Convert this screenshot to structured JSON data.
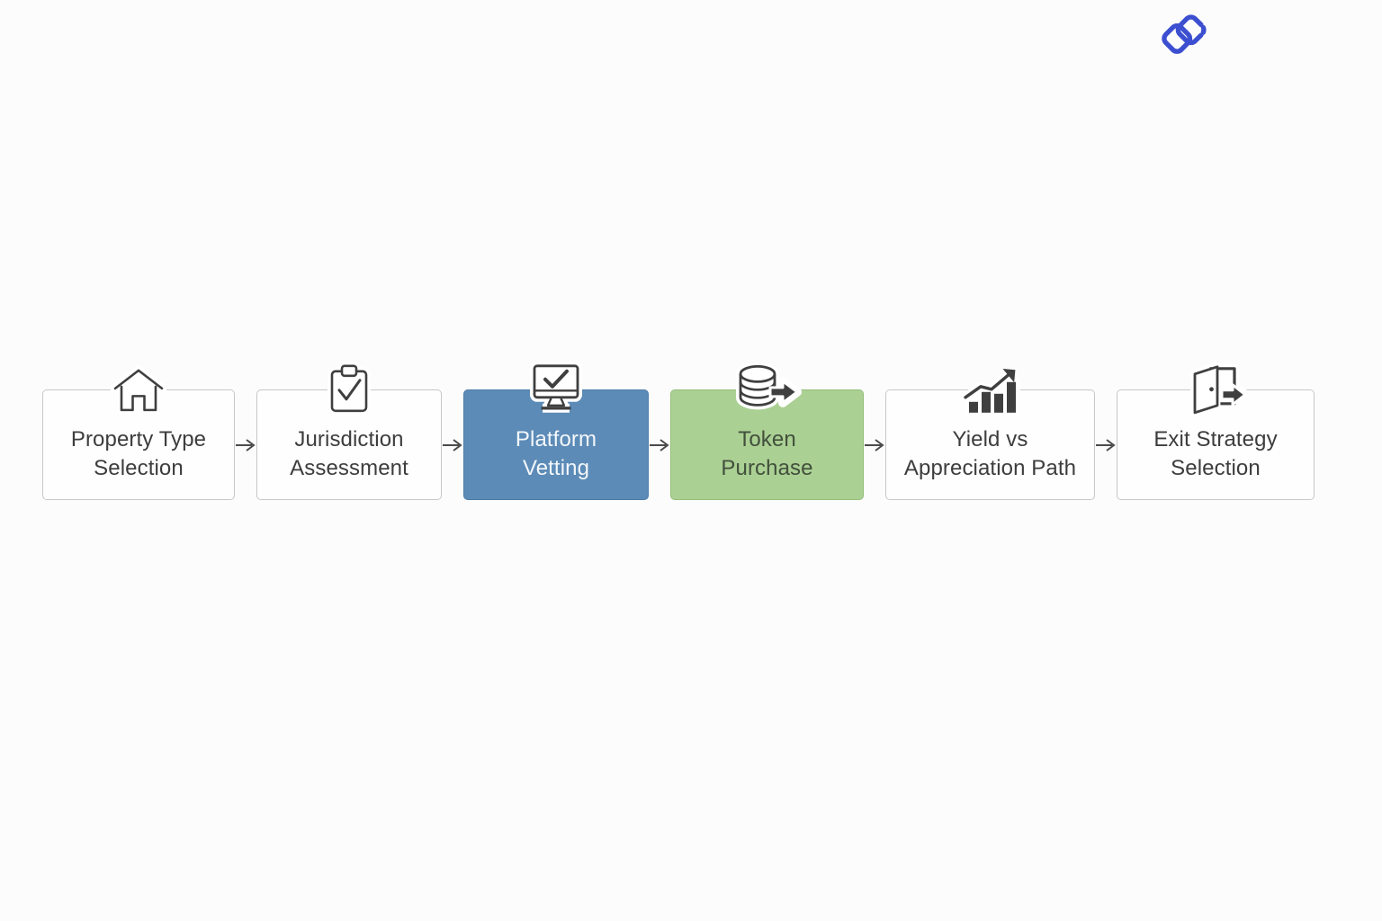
{
  "page": {
    "background_color": "#fcfcfc",
    "type": "process-flow-diagram"
  },
  "logo": {
    "name": "interlocking-links-logo",
    "color": "#3c4fd0"
  },
  "flow": {
    "steps": [
      {
        "label": "Property Type\nSelection",
        "icon": "house-icon",
        "variant": "default"
      },
      {
        "label": "Jurisdiction\nAssessment",
        "icon": "clipboard-check-icon",
        "variant": "default"
      },
      {
        "label": "Platform\nVetting",
        "icon": "monitor-check-icon",
        "variant": "blue"
      },
      {
        "label": "Token\nPurchase",
        "icon": "database-arrow-icon",
        "variant": "green"
      },
      {
        "label": "Yield vs\nAppreciation Path",
        "icon": "growth-chart-icon",
        "variant": "default"
      },
      {
        "label": "Exit Strategy\nSelection",
        "icon": "exit-door-icon",
        "variant": "default"
      }
    ],
    "colors": {
      "default_fill": "#fefefe",
      "default_border": "#c7c7c7",
      "default_text": "#3d3d3d",
      "blue_fill": "#5c8bb7",
      "blue_border": "#4e7da9",
      "blue_text": "#f3f7fa",
      "green_fill": "#abd094",
      "green_border": "#93be79",
      "green_text": "#42503c",
      "icon_stroke": "#3f3f3f",
      "arrow_color": "#4a4a4a"
    }
  }
}
